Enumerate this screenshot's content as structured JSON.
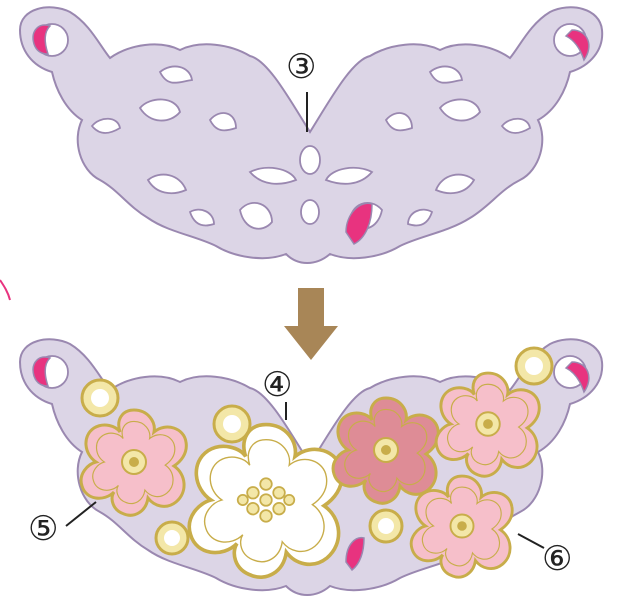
{
  "diagram": {
    "labels": {
      "top_lace": "③",
      "center_flower": "④",
      "left_flower": "⑤",
      "right_flowers": "⑥"
    },
    "colors": {
      "lace_fill": "#dcd5e6",
      "lace_stroke": "#9a88b0",
      "accent_pink": "#e8337f",
      "accent_pink_light": "#f27fb0",
      "gold": "#c8ad4a",
      "gold_fill": "#f3e7a8",
      "petal_pink": "#f6bfca",
      "petal_rose": "#de8c96",
      "petal_white": "#ffffff",
      "arrow": "#a88657"
    },
    "arrow_icon": "down-arrow-icon"
  }
}
